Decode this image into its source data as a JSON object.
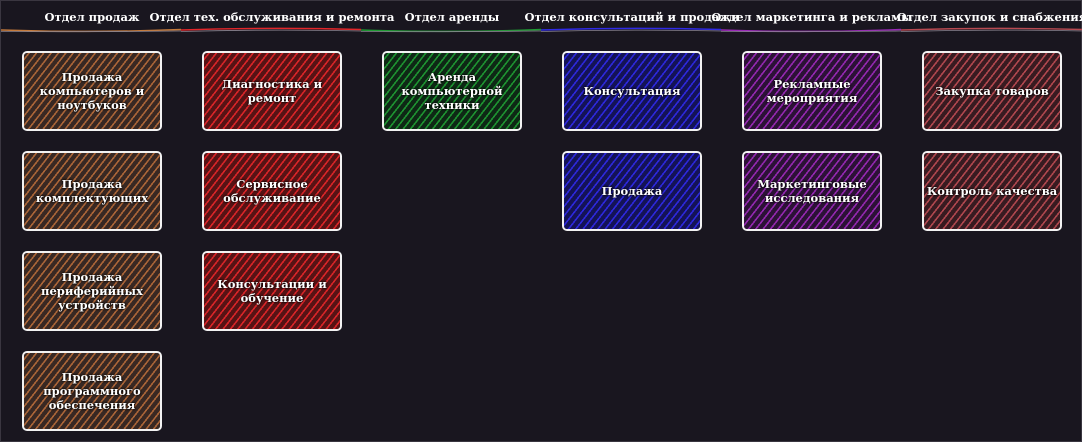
{
  "colors": {
    "background": "#19161f",
    "card_border": "#f2f2f2"
  },
  "departments": [
    {
      "title": "Отдел продаж",
      "color": {
        "fill": "#3a2a24",
        "hatch": "#b36a3a",
        "line": "#c47a3c"
      },
      "items": [
        "Продажа компьютеров и ноутбуков",
        "Продажа комплектующих",
        "Продажа периферийных устройств",
        "Продажа программного обеспечения"
      ]
    },
    {
      "title": "Отдел тех. обслуживания и ремонта",
      "color": {
        "fill": "#5a1416",
        "hatch": "#e3262a",
        "line": "#e3262a"
      },
      "items": [
        "Диагностика и ремонт",
        "Сервисное обслуживание",
        "Консультации и обучение"
      ]
    },
    {
      "title": "Отдел аренды",
      "color": {
        "fill": "#0e2a16",
        "hatch": "#1f9a33",
        "line": "#1f9a33"
      },
      "items": [
        "Аренда компьютерной техники"
      ]
    },
    {
      "title": "Отдел консультаций и продажи",
      "color": {
        "fill": "#15135a",
        "hatch": "#2f2ae6",
        "line": "#2f2ae6"
      },
      "items": [
        "Консультация",
        "Продажа"
      ]
    },
    {
      "title": "Отдел маркетинга и рекламы",
      "color": {
        "fill": "#2e1238",
        "hatch": "#9a2ab8",
        "line": "#9a2ab8"
      },
      "items": [
        "Рекламные мероприятия",
        "Маркетинговые исследования"
      ]
    },
    {
      "title": "Отдел закупок и снабжения",
      "color": {
        "fill": "#3a1c22",
        "hatch": "#b84a52",
        "line": "#b84a52"
      },
      "items": [
        "Закупка товаров",
        "Контроль качества"
      ]
    }
  ]
}
